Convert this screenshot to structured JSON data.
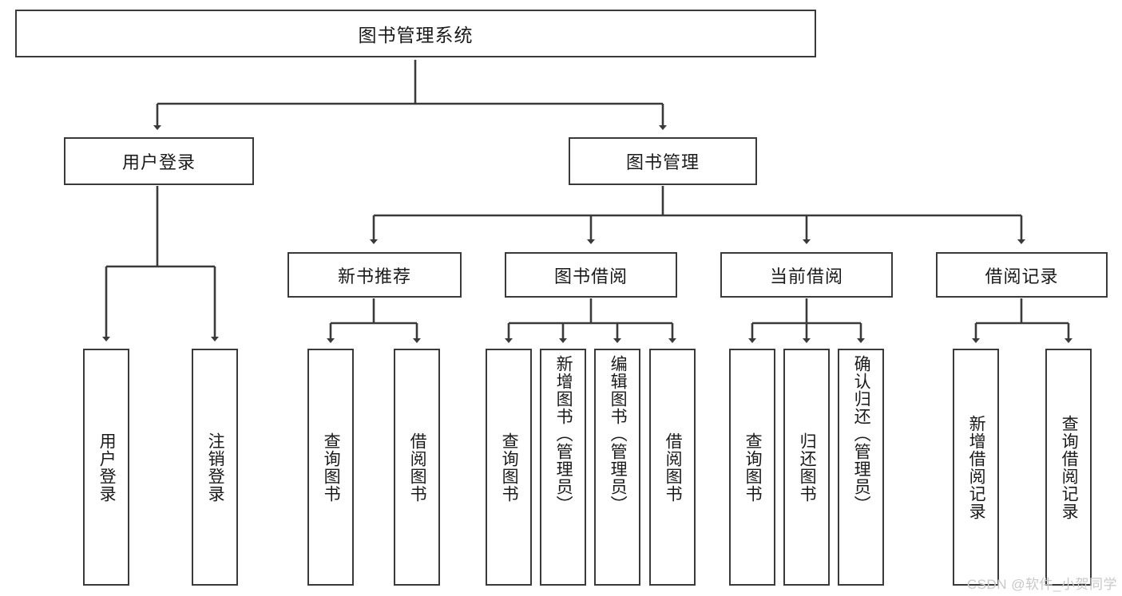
{
  "diagram": {
    "title": "图书管理系统",
    "type": "hierarchy-tree",
    "root": {
      "label": "图书管理系统"
    },
    "level2": [
      {
        "label": "用户登录"
      },
      {
        "label": "图书管理"
      }
    ],
    "level3": [
      {
        "label": "新书推荐"
      },
      {
        "label": "图书借阅"
      },
      {
        "label": "当前借阅"
      },
      {
        "label": "借阅记录"
      }
    ],
    "leaves": {
      "user_login": [
        {
          "label": "用户登录"
        },
        {
          "label": "注销登录"
        }
      ],
      "new_book_recommend": [
        {
          "label": "查询图书"
        },
        {
          "label": "借阅图书"
        }
      ],
      "book_borrow": [
        {
          "label": "查询图书"
        },
        {
          "label": "新增图书（管理员）"
        },
        {
          "label": "编辑图书（管理员）"
        },
        {
          "label": "借阅图书"
        }
      ],
      "current_borrow": [
        {
          "label": "查询图书"
        },
        {
          "label": "归还图书"
        },
        {
          "label": "确认归还（管理员）"
        }
      ],
      "borrow_record": [
        {
          "label": "新增借阅记录"
        },
        {
          "label": "查询借阅记录"
        }
      ]
    }
  },
  "watermark": {
    "text": "CSDN @软件_小贺同学"
  },
  "colors": {
    "border": "#3a3a3a",
    "text": "#1a1a1a",
    "background": "#ffffff",
    "watermark": "#c9c9c9"
  }
}
